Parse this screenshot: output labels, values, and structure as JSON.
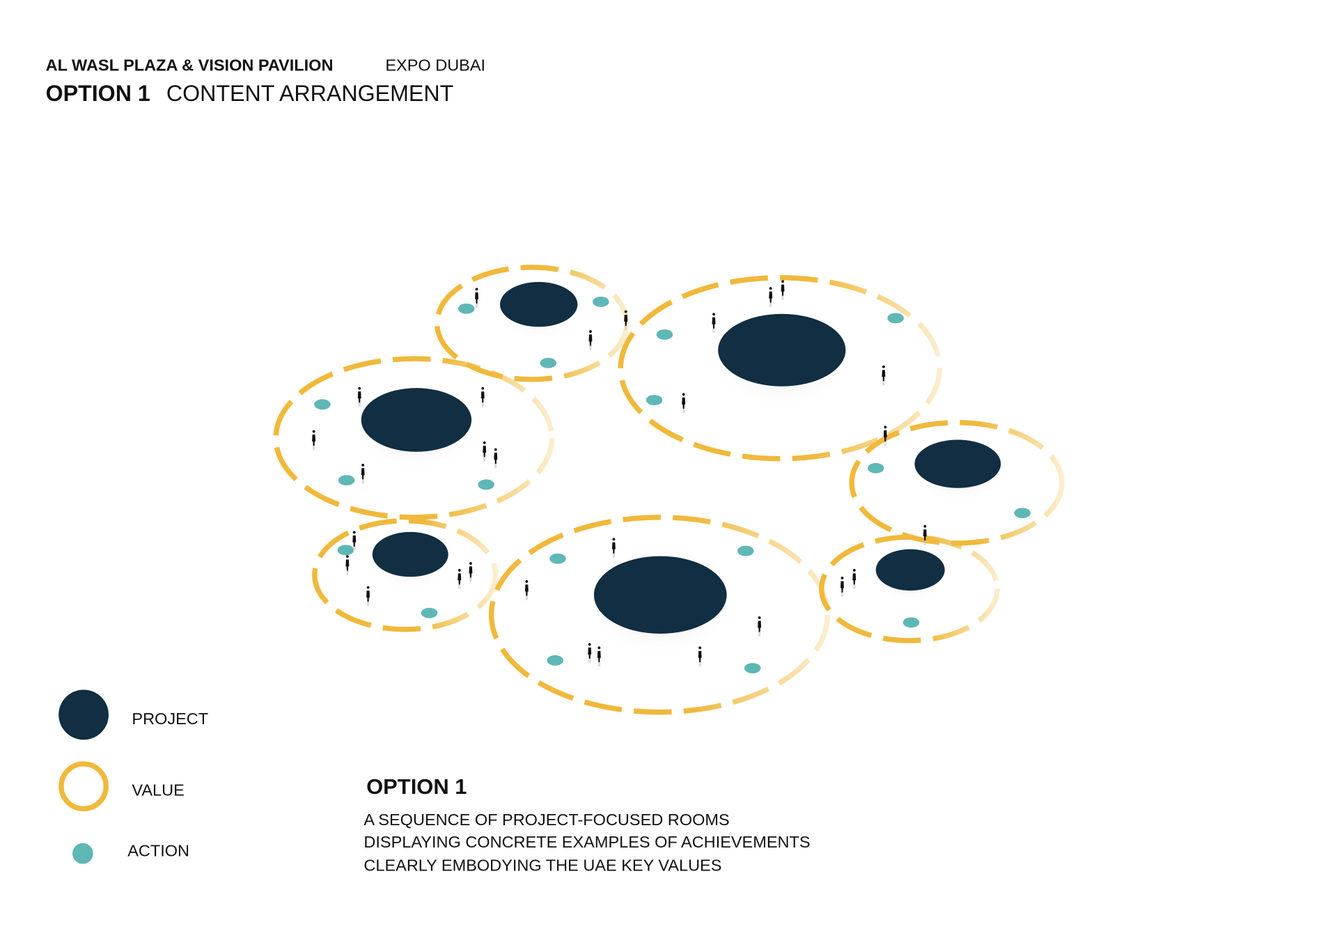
{
  "header": {
    "project_name": "AL WASL PLAZA & VISION PAVILION",
    "location": "EXPO DUBAI",
    "option_label": "OPTION 1",
    "subtitle": "CONTENT ARRANGEMENT"
  },
  "legend": {
    "project": "PROJECT",
    "value": "VALUE",
    "action": "ACTION"
  },
  "description": {
    "title": "OPTION 1",
    "lines": [
      "A SEQUENCE OF PROJECT-FOCUSED ROOMS",
      "DISPLAYING CONCRETE EXAMPLES OF ACHIEVEMENTS",
      "CLEARLY EMBODYING THE UAE KEY VALUES"
    ]
  },
  "colors": {
    "project": "#112e42",
    "value": "#f0b93c",
    "action": "#5fb7b6"
  }
}
